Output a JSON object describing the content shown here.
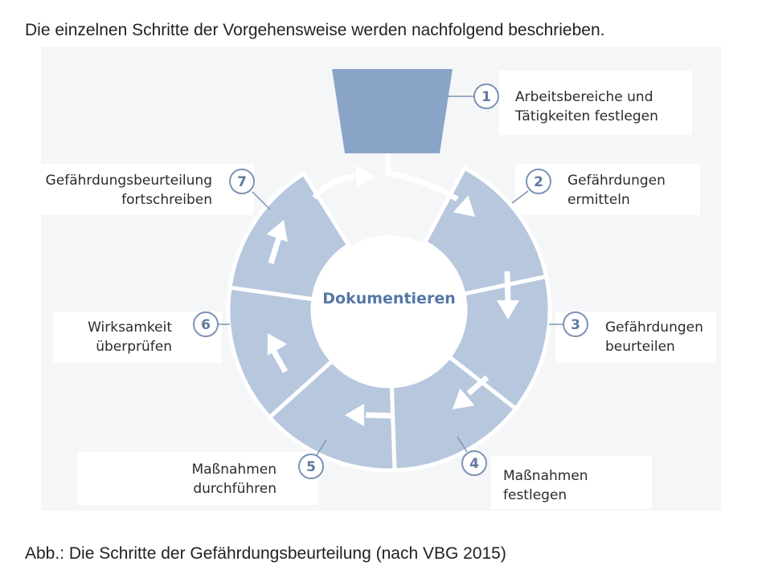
{
  "intro_text": "Die einzelnen Schritte der Vorgehensweise werden nachfolgend beschrieben.",
  "caption": "Abb.: Die Schritte der Gefährdungsbeurteilung (nach VBG 2015)",
  "diagram": {
    "center_label": "Dokumentieren",
    "steps": [
      {
        "number": "1",
        "lines": [
          "Arbeitsbereiche und",
          "Tätigkeiten festlegen"
        ]
      },
      {
        "number": "2",
        "lines": [
          "Gefährdungen",
          "ermitteln"
        ]
      },
      {
        "number": "3",
        "lines": [
          "Gefährdungen",
          "beurteilen"
        ]
      },
      {
        "number": "4",
        "lines": [
          "Maßnahmen",
          "festlegen"
        ]
      },
      {
        "number": "5",
        "lines": [
          "Maßnahmen",
          "durchführen"
        ]
      },
      {
        "number": "6",
        "lines": [
          "Wirksamkeit",
          "überprüfen"
        ]
      },
      {
        "number": "7",
        "lines": [
          "Gefährdungsbeurteilung",
          "fortschreiben"
        ]
      }
    ]
  },
  "colors": {
    "panel": "#f5f6f8",
    "segment": "#b7c7de",
    "top_segment": "#8aa4c8",
    "arrow": "#ffffff",
    "accent": "#5577a6"
  }
}
